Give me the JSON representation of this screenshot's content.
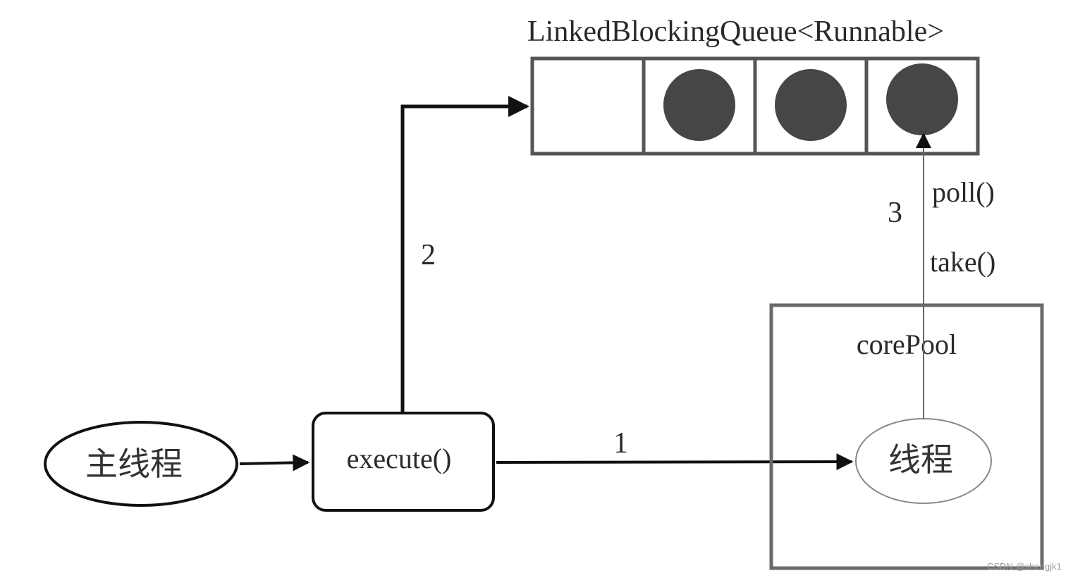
{
  "queue": {
    "title": "LinkedBlockingQueue<Runnable>",
    "slots": [
      {
        "filled": false
      },
      {
        "filled": true
      },
      {
        "filled": true
      },
      {
        "filled": true
      }
    ]
  },
  "nodes": {
    "main_thread": "主线程",
    "execute": "execute()",
    "core_pool": "corePool",
    "worker_thread": "线程"
  },
  "edges": {
    "step1": "1",
    "step2": "2",
    "step3": "3",
    "poll": "poll()",
    "take": "take()"
  },
  "watermark": "CSDN @shengjk1",
  "colors": {
    "line": "#111111",
    "box_border": "#555555",
    "dot": "#464646",
    "pool_border": "#6a6a6a",
    "thin_line": "#888888"
  }
}
